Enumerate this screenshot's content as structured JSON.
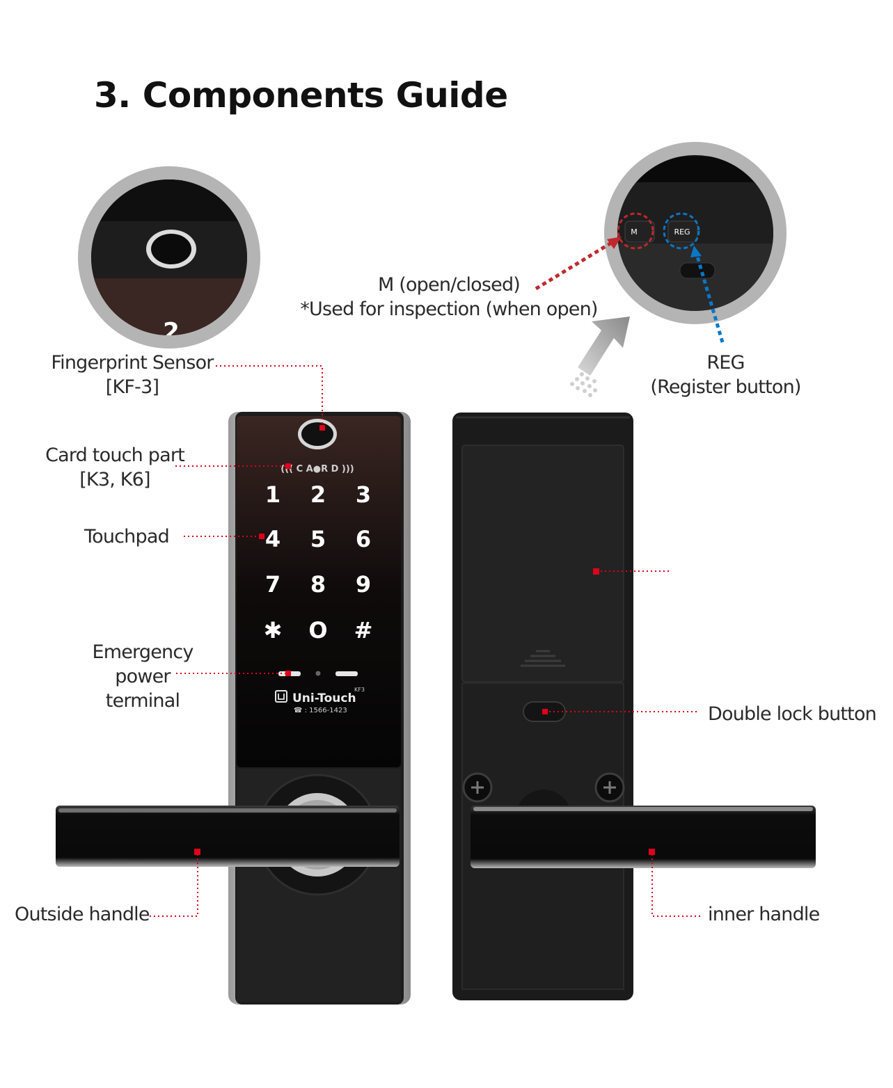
{
  "title": "3. Components Guide",
  "labels": {
    "fingerprint": [
      "Fingerprint Sensor",
      "[KF-3]"
    ],
    "card": [
      "Card touch part",
      "[K3, K6]"
    ],
    "touchpad": "Touchpad",
    "emergency": [
      "Emergency",
      "power",
      "terminal"
    ],
    "outside_handle": "Outside handle",
    "m_switch": [
      "M (open/closed)",
      "*Used for inspection (when open)"
    ],
    "reg": [
      "REG",
      "(Register button)"
    ],
    "double_lock": "Double lock button",
    "inner_handle": "inner handle"
  },
  "device": {
    "card_mark": "((( C A●R D )))",
    "keys": [
      "1",
      "2",
      "3",
      "4",
      "5",
      "6",
      "7",
      "8",
      "9",
      "✱",
      "O",
      "#"
    ],
    "brand": "Uni-Touch",
    "model": "KF3",
    "phone": "☎ : 1566-1423",
    "zoom_digit": "2",
    "zoom_m": "M",
    "zoom_reg": "REG"
  },
  "colors": {
    "marker": "#e0001b",
    "m_callout": "#c0282c",
    "reg_callout": "#0a78c8",
    "body": "#1b1b1b"
  },
  "icons": [
    "brand-logo-icon",
    "arrow-icon",
    "screw-icon"
  ]
}
